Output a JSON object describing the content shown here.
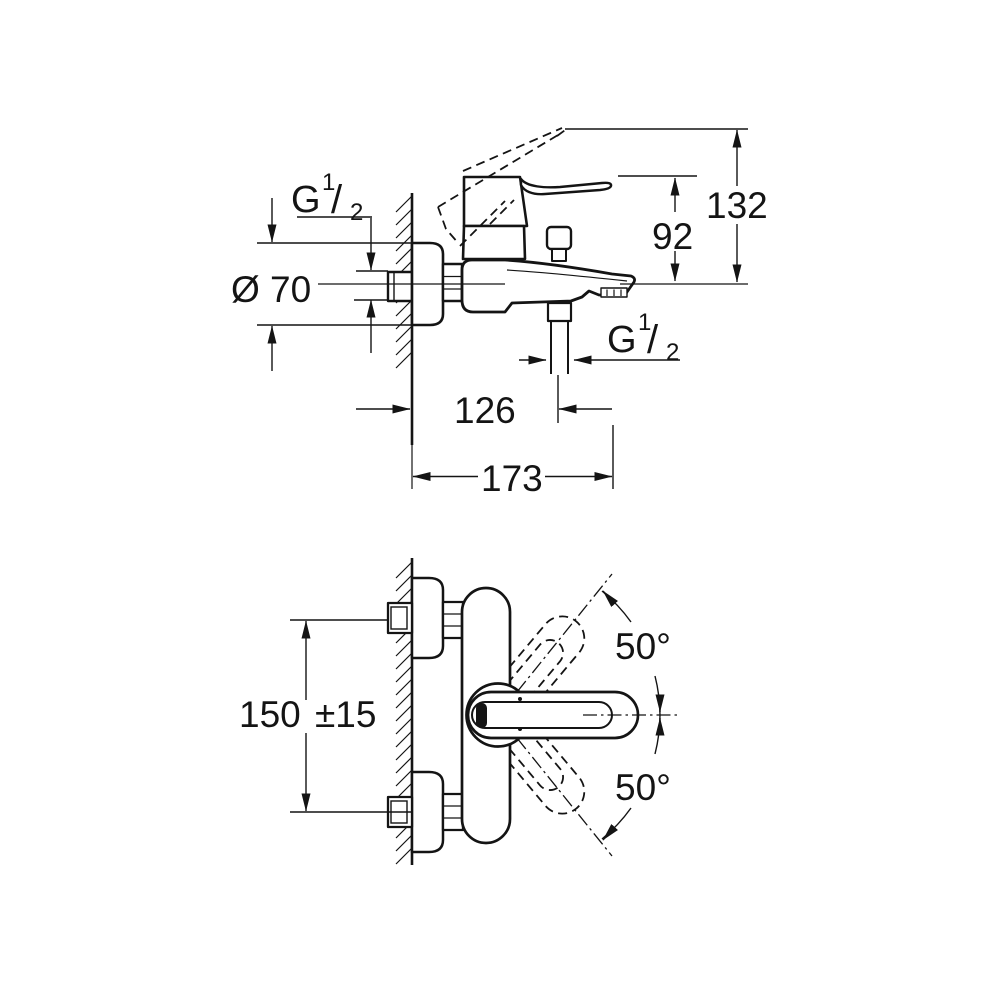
{
  "drawing": {
    "side_view": {
      "wall_thread": {
        "letter": "G",
        "numerator": "1",
        "fraction_slash": "/",
        "denominator": "2"
      },
      "outlet_thread": {
        "letter": "G",
        "numerator": "1",
        "fraction_slash": "/",
        "denominator": "2"
      },
      "escutcheon_diameter": "Ø 70",
      "height_to_lever": "92",
      "height_to_raised_lever": "132",
      "wall_to_outlet": "126",
      "wall_to_spout_tip": "173"
    },
    "plan_view": {
      "inlet_spacing": "150",
      "inlet_spacing_tolerance": "±15",
      "lever_swing_up": "50°",
      "lever_swing_down": "50°"
    }
  }
}
